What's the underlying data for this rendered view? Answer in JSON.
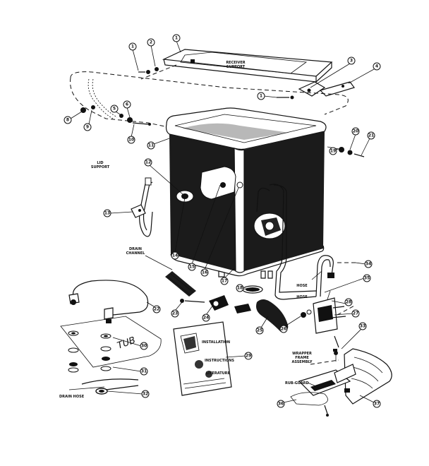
{
  "labels": {
    "receiver_support": [
      "RECEIVER",
      "SUPPORT"
    ],
    "lid_support": [
      "LID",
      "SUPPORT"
    ],
    "drain_channel": [
      "DRAIN",
      "CHANNEL"
    ],
    "wrapper_frame_assembly": [
      "WRAPPER",
      "FRAME",
      "ASSEMBLY"
    ],
    "tub": "TUB",
    "drain_hose": "DRAIN HOSE",
    "parts_lower": "RUB-GUARD",
    "hose_left": "HOSE",
    "hose_right": "HOSE"
  },
  "callouts": [
    "1",
    "2",
    "1",
    "3",
    "4",
    "1",
    "8",
    "9",
    "5",
    "6",
    "10",
    "11",
    "12",
    "13",
    "14",
    "15",
    "16",
    "17",
    "18",
    "19",
    "20",
    "21",
    "22",
    "23",
    "24",
    "25",
    "26",
    "27",
    "28",
    "29",
    "30",
    "31",
    "32",
    "33",
    "34",
    "35",
    "36",
    "37"
  ],
  "booklet": {
    "lines": [
      "INSTALLATION",
      "INSTRUCTIONS",
      "LITERATURE"
    ]
  }
}
